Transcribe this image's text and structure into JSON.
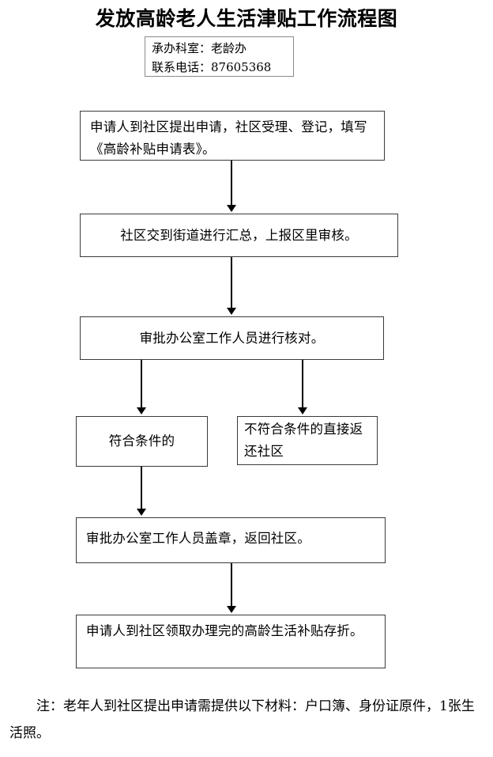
{
  "page": {
    "title": "发放高龄老人生活津贴工作流程图"
  },
  "info_box": {
    "department_line": "承办科室：老龄办",
    "phone_line": "联系电话：87605368"
  },
  "flow": {
    "nodes": [
      {
        "id": "apply",
        "text": "申请人到社区提出申请，社区受理、登记，填写《高龄补贴申请表》。"
      },
      {
        "id": "submit-street",
        "text": "社区交到街道进行汇总，上报区里审核。"
      },
      {
        "id": "review-office",
        "text": "审批办公室工作人员进行核对。"
      },
      {
        "id": "qualified",
        "text": "符合条件的"
      },
      {
        "id": "not-qualified",
        "text": "不符合条件的直接返还社区"
      },
      {
        "id": "stamp-return",
        "text": "审批办公室工作人员盖章，返回社区。"
      },
      {
        "id": "collect-passbook",
        "text": "申请人到社区领取办理完的高龄生活补贴存折。"
      }
    ]
  },
  "footer": {
    "note": "注：老年人到社区提出申请需提供以下材料：户口簿、身份证原件，1张生活照。"
  },
  "colors": {
    "box_border": "#3a3a3a",
    "info_border": "#8a8a8a",
    "connector": "#000000",
    "text": "#000000",
    "background": "#ffffff"
  }
}
